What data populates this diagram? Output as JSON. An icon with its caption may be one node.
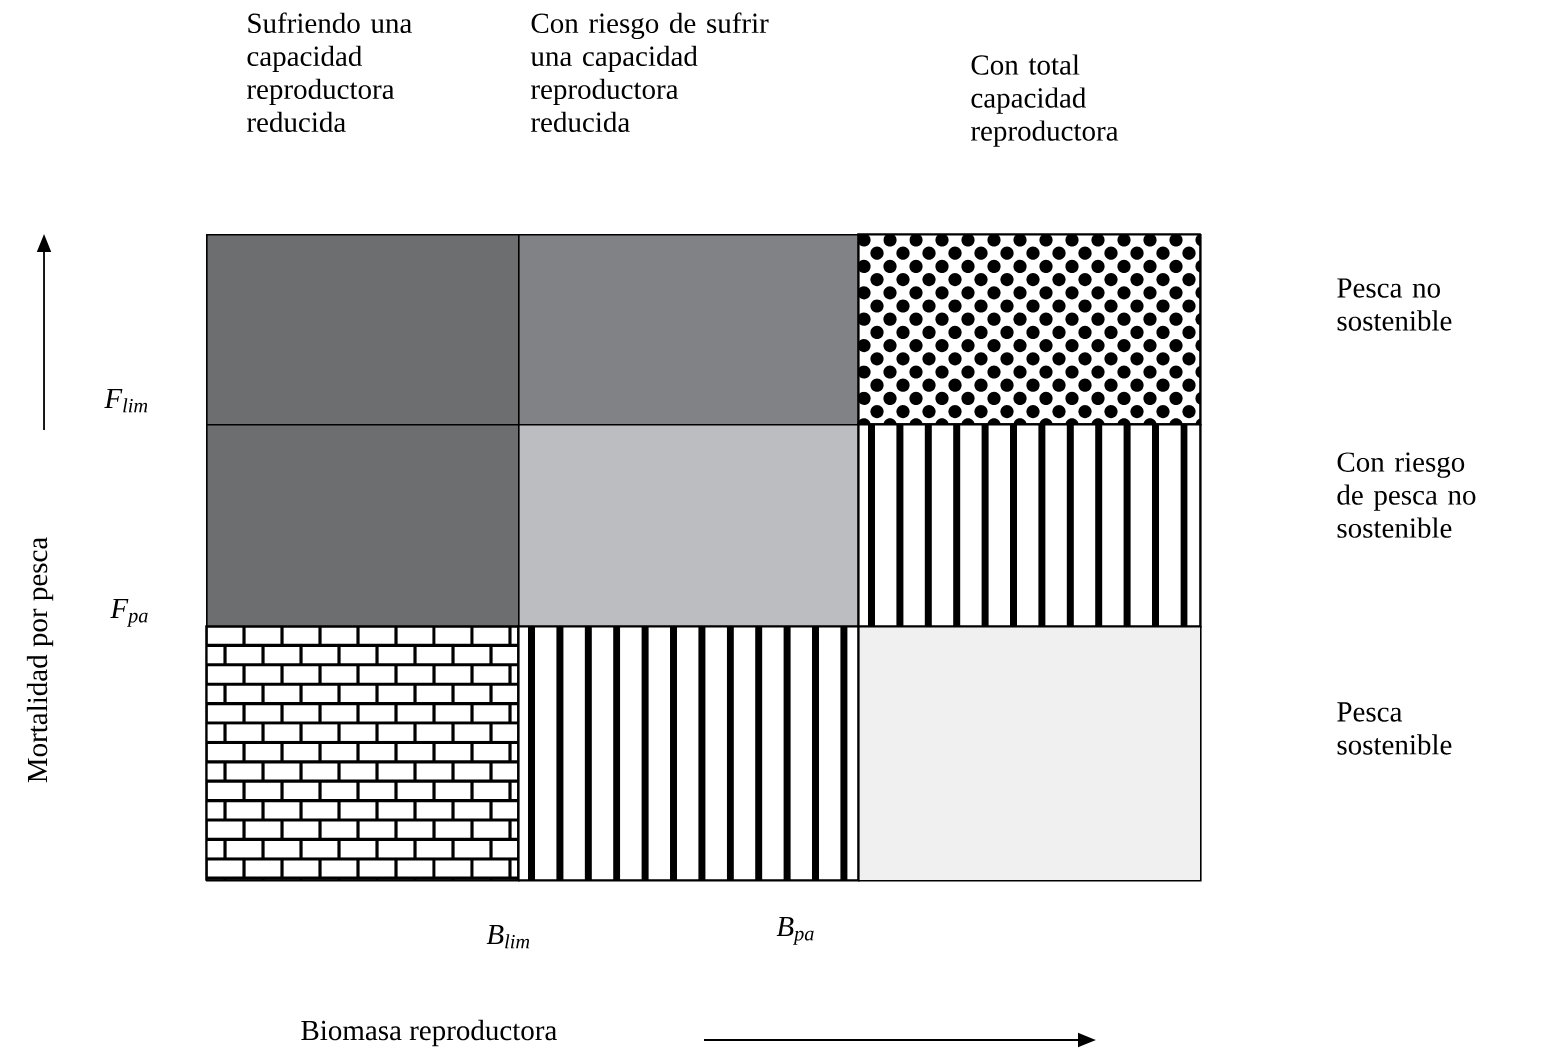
{
  "diagram": {
    "nodes": [
      {
        "text": [],
        "shape": "box"
      },
      {
        "text": [],
        "shape": "box"
      },
      {
        "text": [],
        "shape": "box"
      },
      {
        "text": [],
        "shape": "box"
      },
      {
        "text": [],
        "shape": "box"
      },
      {
        "text": [],
        "shape": "box"
      },
      {
        "text": [],
        "shape": "box"
      },
      {
        "text": [],
        "shape": "box"
      },
      {
        "text": [],
        "shape": "box"
      }
    ],
    "labels": [
      "Sufriendo una capacidad reproductora reducida",
      "Con riesgo de sufrir una capacidad reproductora reducida",
      "Con total capacidad reproductora",
      "Pesca no sostenible",
      "F$_{lim}$",
      "Con riesgo de pesca no sostenible",
      "F$_{pa}$",
      "Mortalidad por pesca",
      "Pesca sostenible",
      "B$_{lim}$",
      "B$_{pa}$",
      "Biomasa reproductora"
    ]
  }
}
